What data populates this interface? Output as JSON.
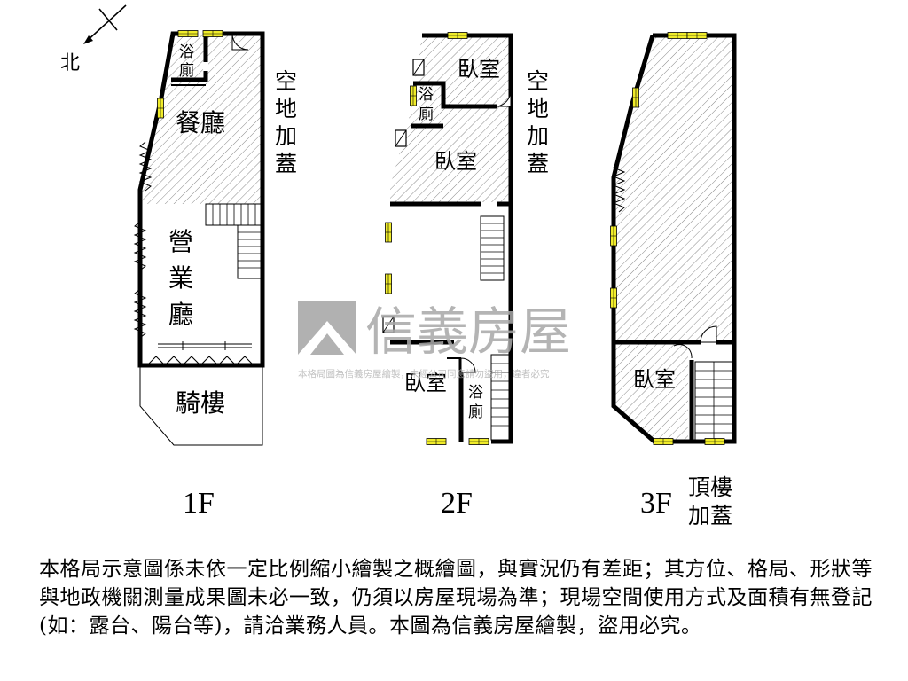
{
  "compass": {
    "north_label": "北"
  },
  "floor_1": {
    "label": "1F",
    "rooms": {
      "bath_1": "浴",
      "bath_2": "廁",
      "dining": "餐廳",
      "shop_1": "營",
      "shop_2": "業",
      "shop_3": "廳",
      "arcade": "騎樓"
    },
    "side_note": [
      "空",
      "地",
      "加",
      "蓋"
    ]
  },
  "floor_2": {
    "label": "2F",
    "rooms": {
      "bedroom_north": "臥室",
      "bath_north_1": "浴",
      "bath_north_2": "廁",
      "bedroom_mid": "臥室",
      "bedroom_south": "臥室",
      "bath_south_1": "浴",
      "bath_south_2": "廁"
    },
    "side_note": [
      "空",
      "地",
      "加",
      "蓋"
    ]
  },
  "floor_3": {
    "label": "3F",
    "rooms": {
      "bedroom": "臥室"
    },
    "side_note": [
      "頂樓",
      "加蓋"
    ]
  },
  "watermark": {
    "brand": "信義房屋",
    "notice": "本格局圖為信義房屋繪製，未經公司同意請勿盜用，違者必究"
  },
  "disclaimer": "本格局示意圖係未依一定比例縮小繪製之概繪圖，與實況仍有差距；其方位、格局、形狀等與地政機關測量成果圖未必一致，仍須以房屋現場為準；現場空間使用方式及面積有無登記(如：露台、陽台等)，請洽業務人員。本圖為信義房屋繪製，盜用必究。"
}
